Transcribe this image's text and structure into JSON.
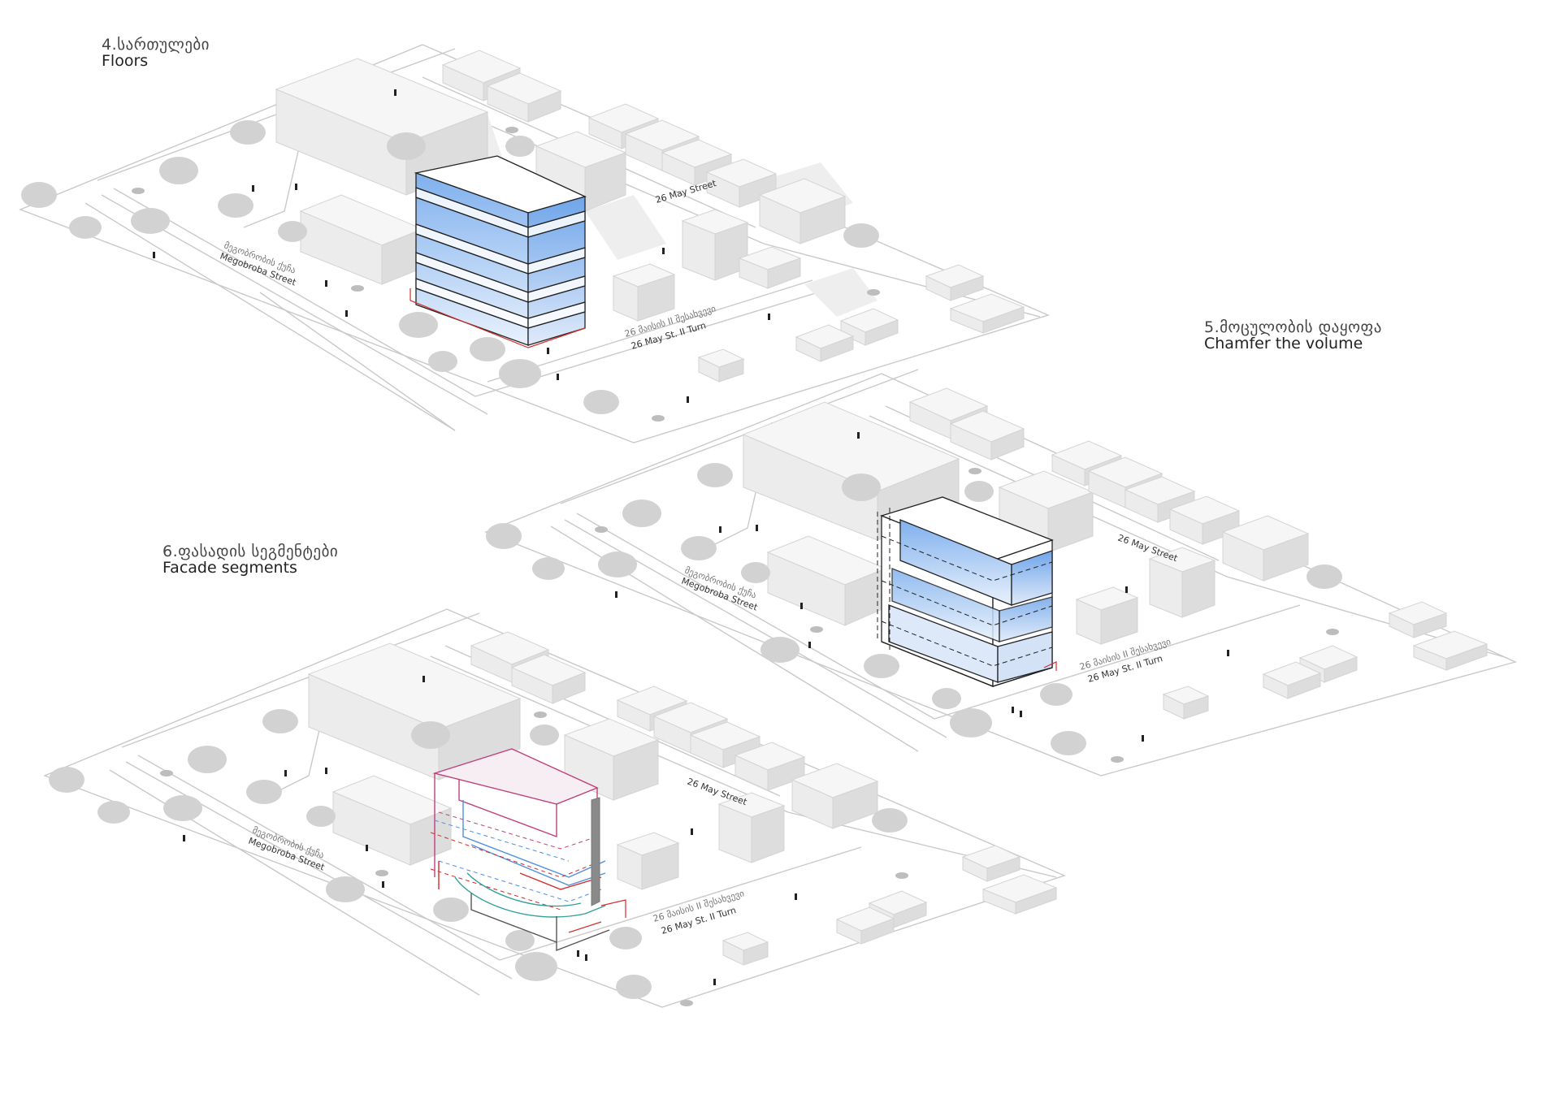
{
  "panels": [
    {
      "id": "floors",
      "title_ka": "4.სართულები",
      "title_en": "Floors",
      "streets": {
        "main_ka": "მეგობრობის ქუჩა",
        "main_en": "Megobroba Street",
        "side_en": "26 May Street",
        "turn_ka": "26 მაისის II შესახვევი",
        "turn_en": "26 May St. II Turn"
      }
    },
    {
      "id": "chamfer",
      "title_ka": "5.მოცულობის დაყოფა",
      "title_en": "Chamfer the volume",
      "streets": {
        "main_ka": "მეგობრობის ქუჩა",
        "main_en": "Megobroba Street",
        "side_en": "26 May Street",
        "turn_ka": "26 მაისის II შესახვევი",
        "turn_en": "26 May St. II Turn"
      }
    },
    {
      "id": "facade",
      "title_ka": "6.ფასადის სეგმენტები",
      "title_en": "Facade segments",
      "streets": {
        "main_ka": "მეგობრობის ქუჩა",
        "main_en": "Megobroba Street",
        "side_en": "26 May Street",
        "turn_ka": "26 მაისის II შესახვევი",
        "turn_en": "26 May St. II Turn"
      }
    }
  ],
  "colors": {
    "ground_line": "#c8c8c8",
    "block_top": "#f4f4f4",
    "block_left": "#e9e9e9",
    "block_right": "#dadada",
    "shadow": "#ececec",
    "tree": "#cfcfcf",
    "floor_blue_dark": "#7fb0ee",
    "floor_blue_light": "#e3eefb",
    "outline": "#222222",
    "facade_magenta": "#c0407a",
    "facade_red": "#d62b2b",
    "facade_blue": "#4f8fe0",
    "facade_teal": "#2fa19a"
  }
}
